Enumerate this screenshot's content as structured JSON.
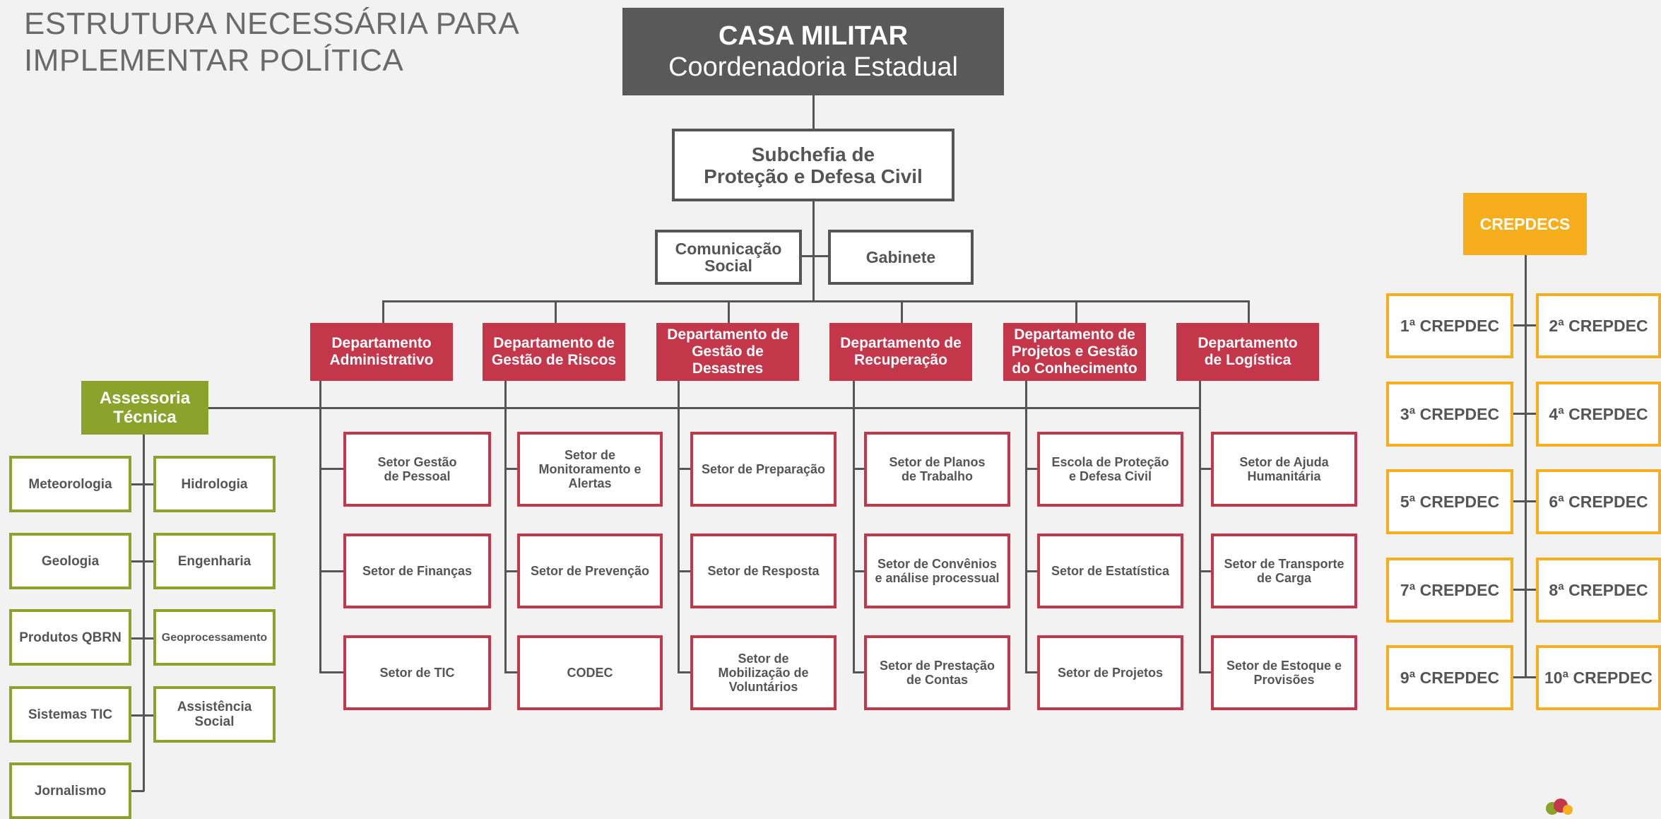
{
  "page": {
    "title_line1": "ESTRUTURA NECESSÁRIA PARA",
    "title_line2": "IMPLEMENTAR POLÍTICA"
  },
  "top": {
    "title": "CASA MILITAR",
    "subtitle": "Coordenadoria Estadual"
  },
  "subchefia": {
    "line1": "Subchefia de",
    "line2": "Proteção e Defesa Civil"
  },
  "staff": {
    "comunicacao_line1": "Comunicação",
    "comunicacao_line2": "Social",
    "gabinete": "Gabinete"
  },
  "departments": [
    {
      "line1": "Departamento",
      "line2": "Administrativo",
      "line3": "",
      "sectors": [
        {
          "line1": "Setor Gestão",
          "line2": "de Pessoal",
          "line3": ""
        },
        {
          "line1": "Setor de Finanças",
          "line2": "",
          "line3": ""
        },
        {
          "line1": "Setor de TIC",
          "line2": "",
          "line3": ""
        }
      ]
    },
    {
      "line1": "Departamento de",
      "line2": "Gestão de Riscos",
      "line3": "",
      "sectors": [
        {
          "line1": "Setor de",
          "line2": "Monitoramento e",
          "line3": "Alertas"
        },
        {
          "line1": "Setor de Prevenção",
          "line2": "",
          "line3": ""
        },
        {
          "line1": "CODEC",
          "line2": "",
          "line3": ""
        }
      ]
    },
    {
      "line1": "Departamento de",
      "line2": "Gestão de",
      "line3": "Desastres",
      "sectors": [
        {
          "line1": "Setor de Preparação",
          "line2": "",
          "line3": ""
        },
        {
          "line1": "Setor de Resposta",
          "line2": "",
          "line3": ""
        },
        {
          "line1": "Setor de",
          "line2": "Mobilização de",
          "line3": "Voluntários"
        }
      ]
    },
    {
      "line1": "Departamento de",
      "line2": "Recuperação",
      "line3": "",
      "sectors": [
        {
          "line1": "Setor de Planos",
          "line2": "de Trabalho",
          "line3": ""
        },
        {
          "line1": "Setor de Convênios",
          "line2": "e análise processual",
          "line3": ""
        },
        {
          "line1": "Setor de Prestação",
          "line2": "de Contas",
          "line3": ""
        }
      ]
    },
    {
      "line1": "Departamento de",
      "line2": "Projetos e Gestão",
      "line3": "do Conhecimento",
      "sectors": [
        {
          "line1": "Escola de Proteção",
          "line2": "e Defesa Civil",
          "line3": ""
        },
        {
          "line1": "Setor de Estatística",
          "line2": "",
          "line3": ""
        },
        {
          "line1": "Setor de Projetos",
          "line2": "",
          "line3": ""
        }
      ]
    },
    {
      "line1": "Departamento",
      "line2": "de Logística",
      "line3": "",
      "sectors": [
        {
          "line1": "Setor de Ajuda",
          "line2": "Humanitária",
          "line3": ""
        },
        {
          "line1": "Setor de Transporte",
          "line2": "de Carga",
          "line3": ""
        },
        {
          "line1": "Setor de Estoque e",
          "line2": "Provisões",
          "line3": ""
        }
      ]
    }
  ],
  "assessoria": {
    "line1": "Assessoria",
    "line2": "Técnica",
    "items": [
      {
        "line1": "Meteorologia",
        "line2": ""
      },
      {
        "line1": "Hidrologia",
        "line2": ""
      },
      {
        "line1": "Geologia",
        "line2": ""
      },
      {
        "line1": "Engenharia",
        "line2": ""
      },
      {
        "line1": "Produtos QBRN",
        "line2": ""
      },
      {
        "line1": "Geoprocessamento",
        "line2": ""
      },
      {
        "line1": "Sistemas TIC",
        "line2": ""
      },
      {
        "line1": "Assistência",
        "line2": "Social"
      },
      {
        "line1": "Jornalismo",
        "line2": ""
      }
    ]
  },
  "crepdecs": {
    "title": "CREPDECS",
    "items": [
      "1ª CREPDEC",
      "2ª CREPDEC",
      "3ª CREPDEC",
      "4ª CREPDEC",
      "5ª CREPDEC",
      "6ª CREPDEC",
      "7ª CREPDEC",
      "8ª CREPDEC",
      "9ª CREPDEC",
      "10ª CREPDEC"
    ]
  },
  "colors": {
    "background": "#f2f2f2",
    "top_box": "#595959",
    "department": "#c4364a",
    "assessoria": "#8ca22a",
    "crepdec": "#f6ae1c",
    "connector": "#555555"
  },
  "icons": {
    "logo": "logo-mark"
  }
}
